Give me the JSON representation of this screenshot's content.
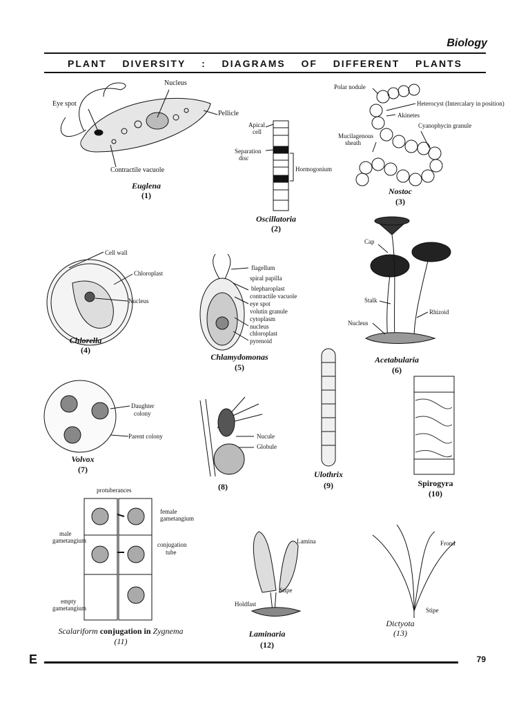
{
  "header": {
    "subject": "Biology",
    "title_words": [
      "PLANT",
      "DIVERSITY",
      ":",
      "DIAGRAMS",
      "OF",
      "DIFFERENT",
      "PLANTS"
    ]
  },
  "figures": {
    "euglena": {
      "name": "Euglena",
      "number": "(1)",
      "labels": {
        "nucleus": "Nucleus",
        "eye_spot": "Eye spot",
        "pellicle": "Pellicle",
        "vacuole": "Contractile vacuole"
      }
    },
    "oscillatoria": {
      "name": "Oscillatoria",
      "number": "(2)",
      "labels": {
        "apical": "Apical",
        "cell": "cell",
        "separation": "Separation",
        "disc": "disc",
        "hormogonium": "Hormogonium"
      }
    },
    "nostoc": {
      "name": "Nostoc",
      "number": "(3)",
      "labels": {
        "polar_nodule": "Polar nodule",
        "heterocyst": "Heterocyst (Intercalary in position)",
        "akinetes": "Akinetes",
        "granule": "Cyanophycin granule",
        "mucilaginous": "Mucilagenous",
        "sheath": "sheath"
      }
    },
    "chlorella": {
      "name": "Chlorella",
      "number": "(4)",
      "labels": {
        "cell_wall": "Cell wall",
        "chloroplast": "Chloroplast",
        "nucleus": "Nucleus"
      }
    },
    "chlamydomonas": {
      "name": "Chlamydomonas",
      "number": "(5)",
      "labels": [
        "flagellum",
        "spiral papilla",
        "blepharoplast",
        "contractile vacuole",
        "eye spot",
        "volutin granule",
        "cytoplasm",
        "nucleus",
        "chloroplast",
        "pyrenoid"
      ]
    },
    "acetabularia": {
      "name": "Acetabularia",
      "number": "(6)",
      "labels": {
        "cap": "Cap",
        "stalk": "Stalk",
        "rhizoid": "Rhizoid",
        "nucleus": "Nucleus"
      }
    },
    "volvox": {
      "name": "Volvox",
      "number": "(7)",
      "labels": {
        "daughter": "Daughter",
        "colony": "colony",
        "parent": "Parent colony"
      }
    },
    "fig8": {
      "number": "(8)",
      "labels": {
        "nucule": "Nucule",
        "globule": "Globule"
      }
    },
    "ulothrix": {
      "name": "Ulothrix",
      "number": "(9)"
    },
    "spirogyra": {
      "name": "Spirogyra",
      "number": "(10)"
    },
    "zygnema": {
      "caption_pre": "Scalariform",
      "caption_bold": "conjugation in",
      "caption_post": "Zygnema",
      "number": "(11)",
      "labels": {
        "protuberances": "protuberances",
        "female": "female",
        "female2": "gametangium",
        "male": "male",
        "male2": "gametangium",
        "conj": "conjugation",
        "conj2": "tube",
        "empty": "empty",
        "empty2": "gametangium"
      }
    },
    "laminaria": {
      "name": "Laminaria",
      "number": "(12)",
      "labels": {
        "lamina": "Lamina",
        "stipe": "Stipe",
        "holdfast": "Holdfast"
      }
    },
    "dictyota": {
      "name": "Dictyota",
      "number": "(13)",
      "labels": {
        "frond": "Frond",
        "stipe": "Stipe"
      }
    }
  },
  "footer": {
    "letter": "E",
    "page": "79"
  }
}
